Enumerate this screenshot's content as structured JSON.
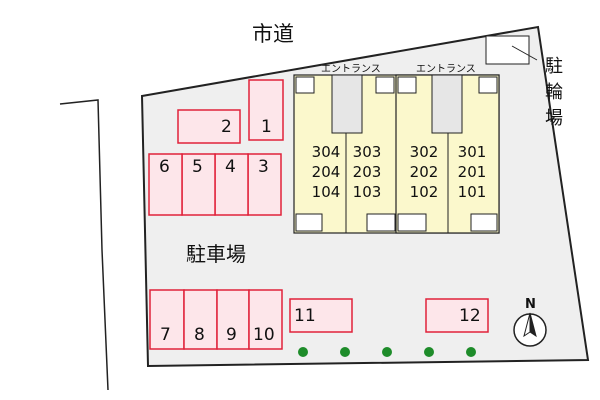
{
  "labels": {
    "road": "市道",
    "parking": "駐車場",
    "bicycle": [
      "駐",
      "輪",
      "場"
    ],
    "entrance_left": "エントランス",
    "entrance_right": "エントランス"
  },
  "parking_slots": [
    "1",
    "2",
    "3",
    "4",
    "5",
    "6",
    "7",
    "8",
    "9",
    "10",
    "11",
    "12"
  ],
  "units": [
    [
      "304",
      "204",
      "104"
    ],
    [
      "303",
      "203",
      "103"
    ],
    [
      "302",
      "202",
      "102"
    ],
    [
      "301",
      "201",
      "101"
    ]
  ],
  "colors": {
    "lot_fill": "#efefef",
    "slot_fill": "#fde6ea",
    "slot_stroke": "#e0223a",
    "building_fill": "#fbf8cc",
    "tree": "#1e8c2a"
  }
}
